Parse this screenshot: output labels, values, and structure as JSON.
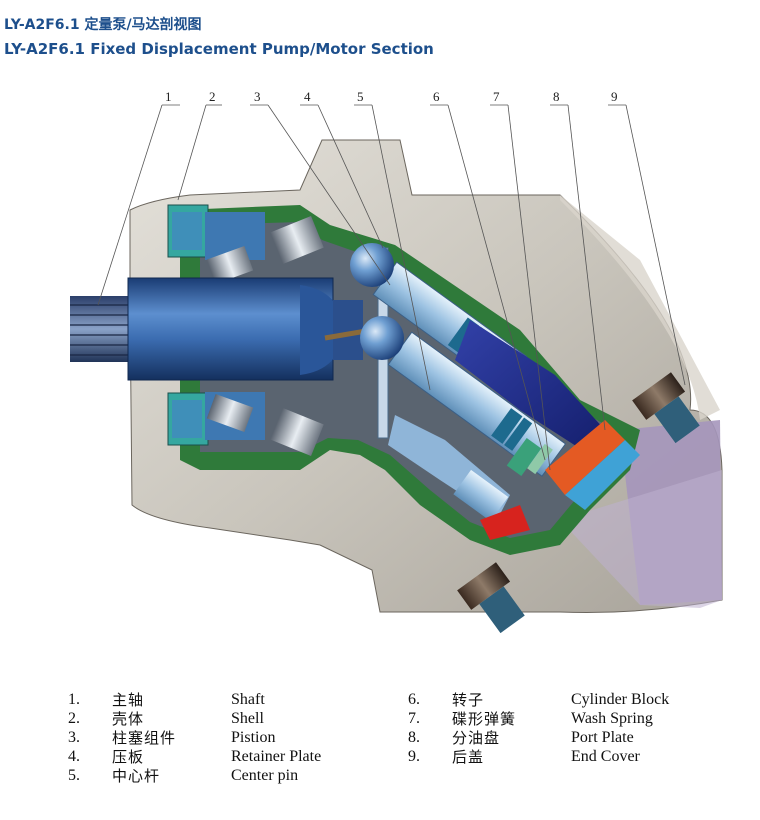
{
  "header": {
    "title_cn": "LY-A2F6.1 定量泵/马达剖视图",
    "title_en": "LY-A2F6.1 Fixed Displacement Pump/Motor Section"
  },
  "callouts": [
    "1",
    "2",
    "3",
    "4",
    "5",
    "6",
    "7",
    "8",
    "9"
  ],
  "legend": {
    "left": [
      {
        "num": "1.",
        "cn": "主轴",
        "en": "Shaft"
      },
      {
        "num": "2.",
        "cn": "壳体",
        "en": "Shell"
      },
      {
        "num": "3.",
        "cn": "柱塞组件",
        "en": "Pistion"
      },
      {
        "num": "4.",
        "cn": "压板",
        "en": "Retainer Plate"
      },
      {
        "num": "5.",
        "cn": "中心杆",
        "en": "Center pin"
      }
    ],
    "right": [
      {
        "num": "6.",
        "cn": "转子",
        "en": "Cylinder Block"
      },
      {
        "num": "7.",
        "cn": "碟形弹簧",
        "en": "Wash Spring"
      },
      {
        "num": "8.",
        "cn": "分油盘",
        "en": "Port Plate"
      },
      {
        "num": "9.",
        "cn": "后盖",
        "en": "End Cover"
      }
    ]
  },
  "colors": {
    "title": "#1d4f8c",
    "housing": "#cfcbc3",
    "seal_green": "#2f7a3a",
    "shaft_blue": "#3f73b6",
    "piston_light": "#a9cbe6",
    "cylinder_dark": "#1e2f8e",
    "port_red": "#d7231e",
    "end_cover_lilac": "#b8a7c7"
  }
}
